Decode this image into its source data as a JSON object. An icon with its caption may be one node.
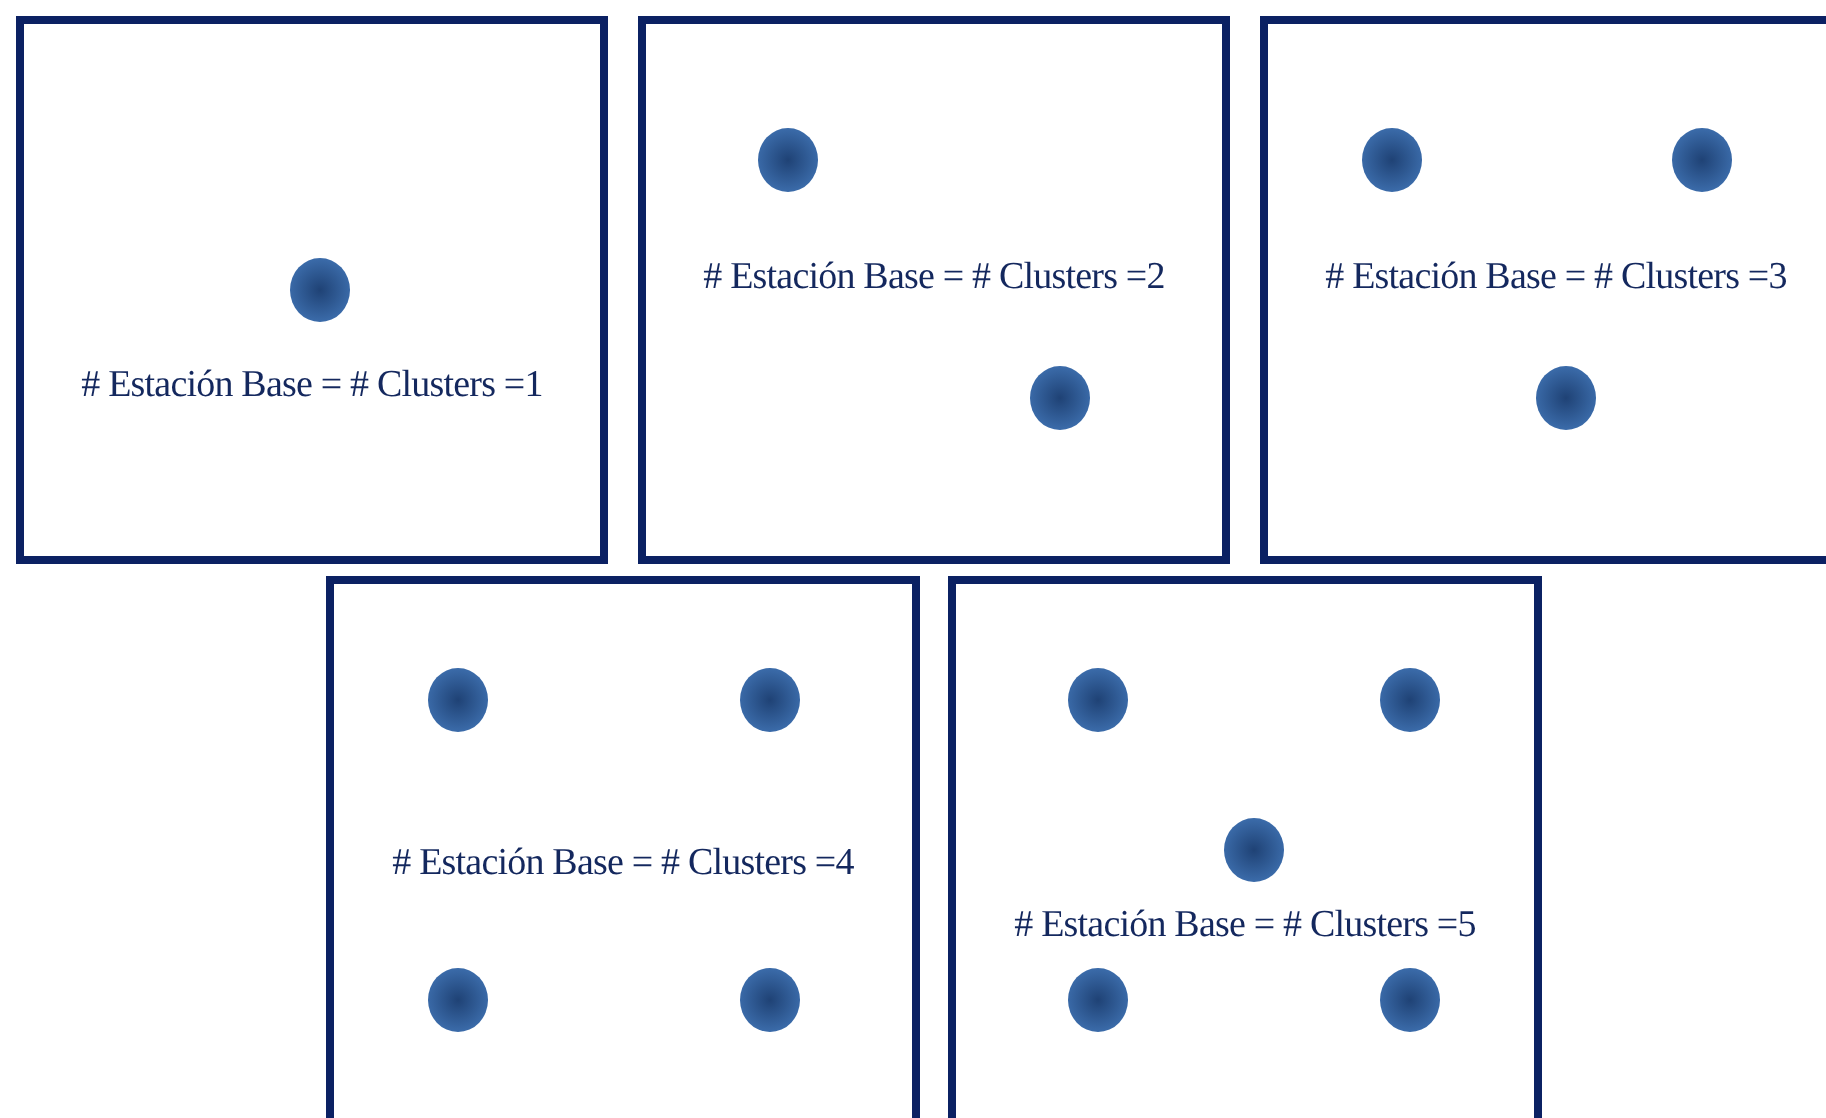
{
  "diagram": {
    "nodes": [
      {
        "text": [
          "# Estación Base = # Clusters =1"
        ]
      },
      {
        "text": [],
        "shape": "circle",
        "in": 0
      },
      {
        "text": [
          "# Estación Base = # Clusters =2"
        ]
      },
      {
        "text": [],
        "shape": "circle",
        "in": 2
      },
      {
        "text": [],
        "shape": "circle",
        "in": 2
      },
      {
        "text": [
          "# Estación Base = # Clusters =3"
        ]
      },
      {
        "text": [],
        "shape": "circle",
        "in": 5
      },
      {
        "text": [],
        "shape": "circle",
        "in": 5
      },
      {
        "text": [],
        "shape": "circle",
        "in": 5
      },
      {
        "text": [
          "# Estación Base = # Clusters =4"
        ]
      },
      {
        "text": [],
        "shape": "circle",
        "in": 9
      },
      {
        "text": [],
        "shape": "circle",
        "in": 9
      },
      {
        "text": [],
        "shape": "circle",
        "in": 9
      },
      {
        "text": [],
        "shape": "circle",
        "in": 9
      },
      {
        "text": [
          "# Estación Base = # Clusters =5"
        ]
      },
      {
        "text": [],
        "shape": "circle",
        "in": 14
      },
      {
        "text": [],
        "shape": "circle",
        "in": 14
      },
      {
        "text": [],
        "shape": "circle",
        "in": 14
      },
      {
        "text": [],
        "shape": "circle",
        "in": 14
      },
      {
        "text": [],
        "shape": "circle",
        "in": 14
      }
    ]
  }
}
